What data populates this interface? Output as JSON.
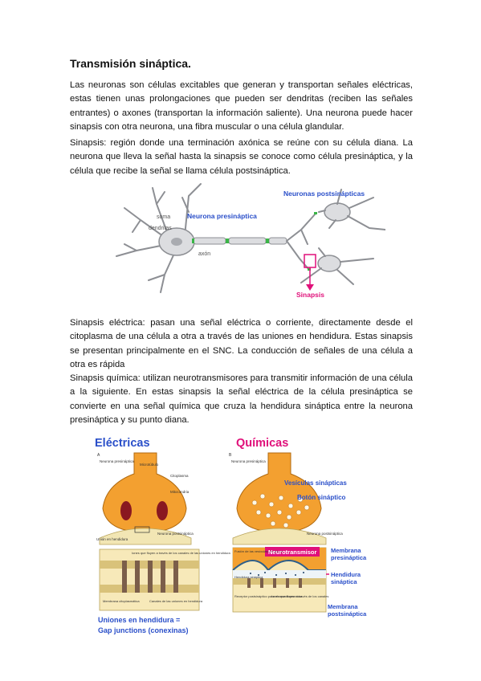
{
  "title": "Transmisión sináptica.",
  "paragraphs": {
    "intro": "Las neuronas son células excitables que generan y transportan señales eléctricas, estas tienen unas prolongaciones que pueden ser dendritas (reciben las señales entrantes) o axones (transportan la información saliente). Una neurona puede hacer sinapsis con otra neurona, una fibra muscular o una célula glandular.",
    "sinapsis": "Sinapsis: región donde una terminación axónica se reúne con su célula diana. La neurona que lleva la señal hasta la sinapsis se conoce como célula presináptica, y la célula que recibe la señal se llama célula postsináptica.",
    "electrica": "Sinapsis eléctrica: pasan una señal eléctrica o corriente, directamente desde el citoplasma de una célula a otra a través de las uniones en hendidura. Estas sinapsis se presentan principalmente en el SNC. La conducción de señales de una célula a otra es rápida",
    "quimica": "Sinapsis química: utilizan neurotransmisores para transmitir información de una célula a la siguiente. En estas sinapsis la señal eléctrica de la célula presináptica se convierte en una señal química que cruza la hendidura sináptica entre la neurona presináptica y su punto diana."
  },
  "figure1": {
    "soma": "soma",
    "dendritas": "dendritas",
    "axon": "axón",
    "presinaptica": "Neurona presináptica",
    "postsinapticas": "Neuronas postsinápticas",
    "sinapsis": "Sinapsis"
  },
  "figure2": {
    "electricas": "Eléctricas",
    "quimicas": "Químicas",
    "panel_a": "A",
    "panel_b": "B",
    "neurona_presinaptica": "Neurona presináptica",
    "microtubulo": "Microtúbulo",
    "citoplasma": "Citoplasma",
    "mitocondria": "Mitocondria",
    "union_hendidura": "Unión en hendidura",
    "neurona_postsinaptica": "Neurona postsináptica",
    "iones_a": "Iones que fluyen a través de los canales de las uniones en hendidura",
    "membrana_a": "Membrana citoplasmática",
    "canales": "Canales de las uniones en hendidura",
    "uniones_1": "Uniones en hendidura =",
    "uniones_2": "Gap junctions (conexinas)",
    "neurona_presinaptica_b": "Neurona presináptica",
    "vesiculas": "Vesículas sinápticas",
    "boton": "Botón sináptico",
    "neurona_postsinaptica_b": "Neurona postsináptica",
    "fusion": "Fusión de las vesículas sinápticas",
    "neurotransmisor": "Neurotransmisor",
    "membrana_pre_1": "Membrana",
    "membrana_pre_2": "presináptica",
    "hendidura_1": "Hendidura",
    "hendidura_2": "sináptica",
    "hendidura_small": "Hendidura sináptica",
    "receptor": "Receptor postsináptico para el neurotransmisor",
    "iones_b": "Iones que fluyen a través de los canales",
    "membrana_post_1": "Membrana",
    "membrana_post_2": "postsináptica"
  },
  "colors": {
    "label_blue": "#2a4fc9",
    "pink": "#e0107a",
    "orange": "#f3a030",
    "nucleus": "#8a1820"
  }
}
